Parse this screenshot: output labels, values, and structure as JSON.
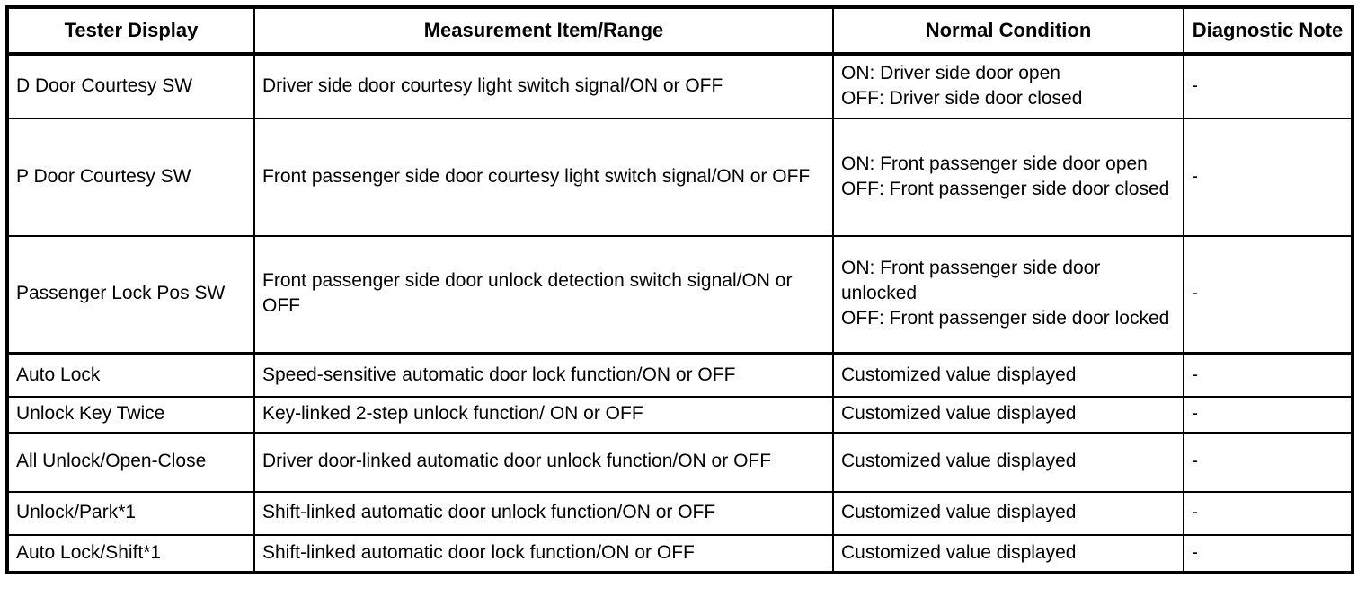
{
  "table": {
    "headers": [
      "Tester Display",
      "Measurement Item/Range",
      "Normal Condition",
      "Diagnostic\nNote"
    ],
    "header_tester_display": "Tester Display",
    "header_measurement": "Measurement Item/Range",
    "header_normal_condition": "Normal Condition",
    "header_diagnostic_note_line1": "Diagnostic",
    "header_diagnostic_note_line2": "Note",
    "rows": [
      {
        "tester_display": "D Door Courtesy SW",
        "measurement": "Driver side door courtesy light switch signal/ON or OFF",
        "normal_condition_line1": "ON: Driver side door open",
        "normal_condition_line2": "OFF: Driver side door closed",
        "diagnostic_note": "-"
      },
      {
        "tester_display": "P Door Courtesy SW",
        "measurement": "Front passenger side door courtesy light switch signal/ON or OFF",
        "normal_condition_line1": "ON: Front passenger side door open",
        "normal_condition_line2": "OFF: Front passenger side door closed",
        "diagnostic_note": "-"
      },
      {
        "tester_display": "Passenger Lock Pos SW",
        "measurement": "Front passenger side door unlock detection switch signal/ON or OFF",
        "normal_condition_line1": "ON: Front passenger side door unlocked",
        "normal_condition_line2": "OFF: Front passenger side door locked",
        "diagnostic_note": "-"
      },
      {
        "tester_display": "Auto Lock",
        "measurement": "Speed-sensitive automatic door lock function/ON or OFF",
        "normal_condition_line1": "Customized value displayed",
        "normal_condition_line2": "",
        "diagnostic_note": "-"
      },
      {
        "tester_display": "Unlock Key Twice",
        "measurement": "Key-linked 2-step unlock function/ ON or OFF",
        "normal_condition_line1": "Customized value displayed",
        "normal_condition_line2": "",
        "diagnostic_note": "-"
      },
      {
        "tester_display": "All Unlock/Open-Close",
        "measurement": "Driver door-linked automatic door unlock function/ON or OFF",
        "normal_condition_line1": "Customized value displayed",
        "normal_condition_line2": "",
        "diagnostic_note": "-"
      },
      {
        "tester_display": "Unlock/Park*1",
        "measurement": "Shift-linked automatic door unlock function/ON or OFF",
        "normal_condition_line1": "Customized value displayed",
        "normal_condition_line2": "",
        "diagnostic_note": "-"
      },
      {
        "tester_display": "Auto Lock/Shift*1",
        "measurement": "Shift-linked automatic door lock function/ON or OFF",
        "normal_condition_line1": "Customized value displayed",
        "normal_condition_line2": "",
        "diagnostic_note": "-"
      }
    ]
  },
  "colors": {
    "border": "#000000",
    "text": "#000000",
    "background": "#ffffff"
  }
}
